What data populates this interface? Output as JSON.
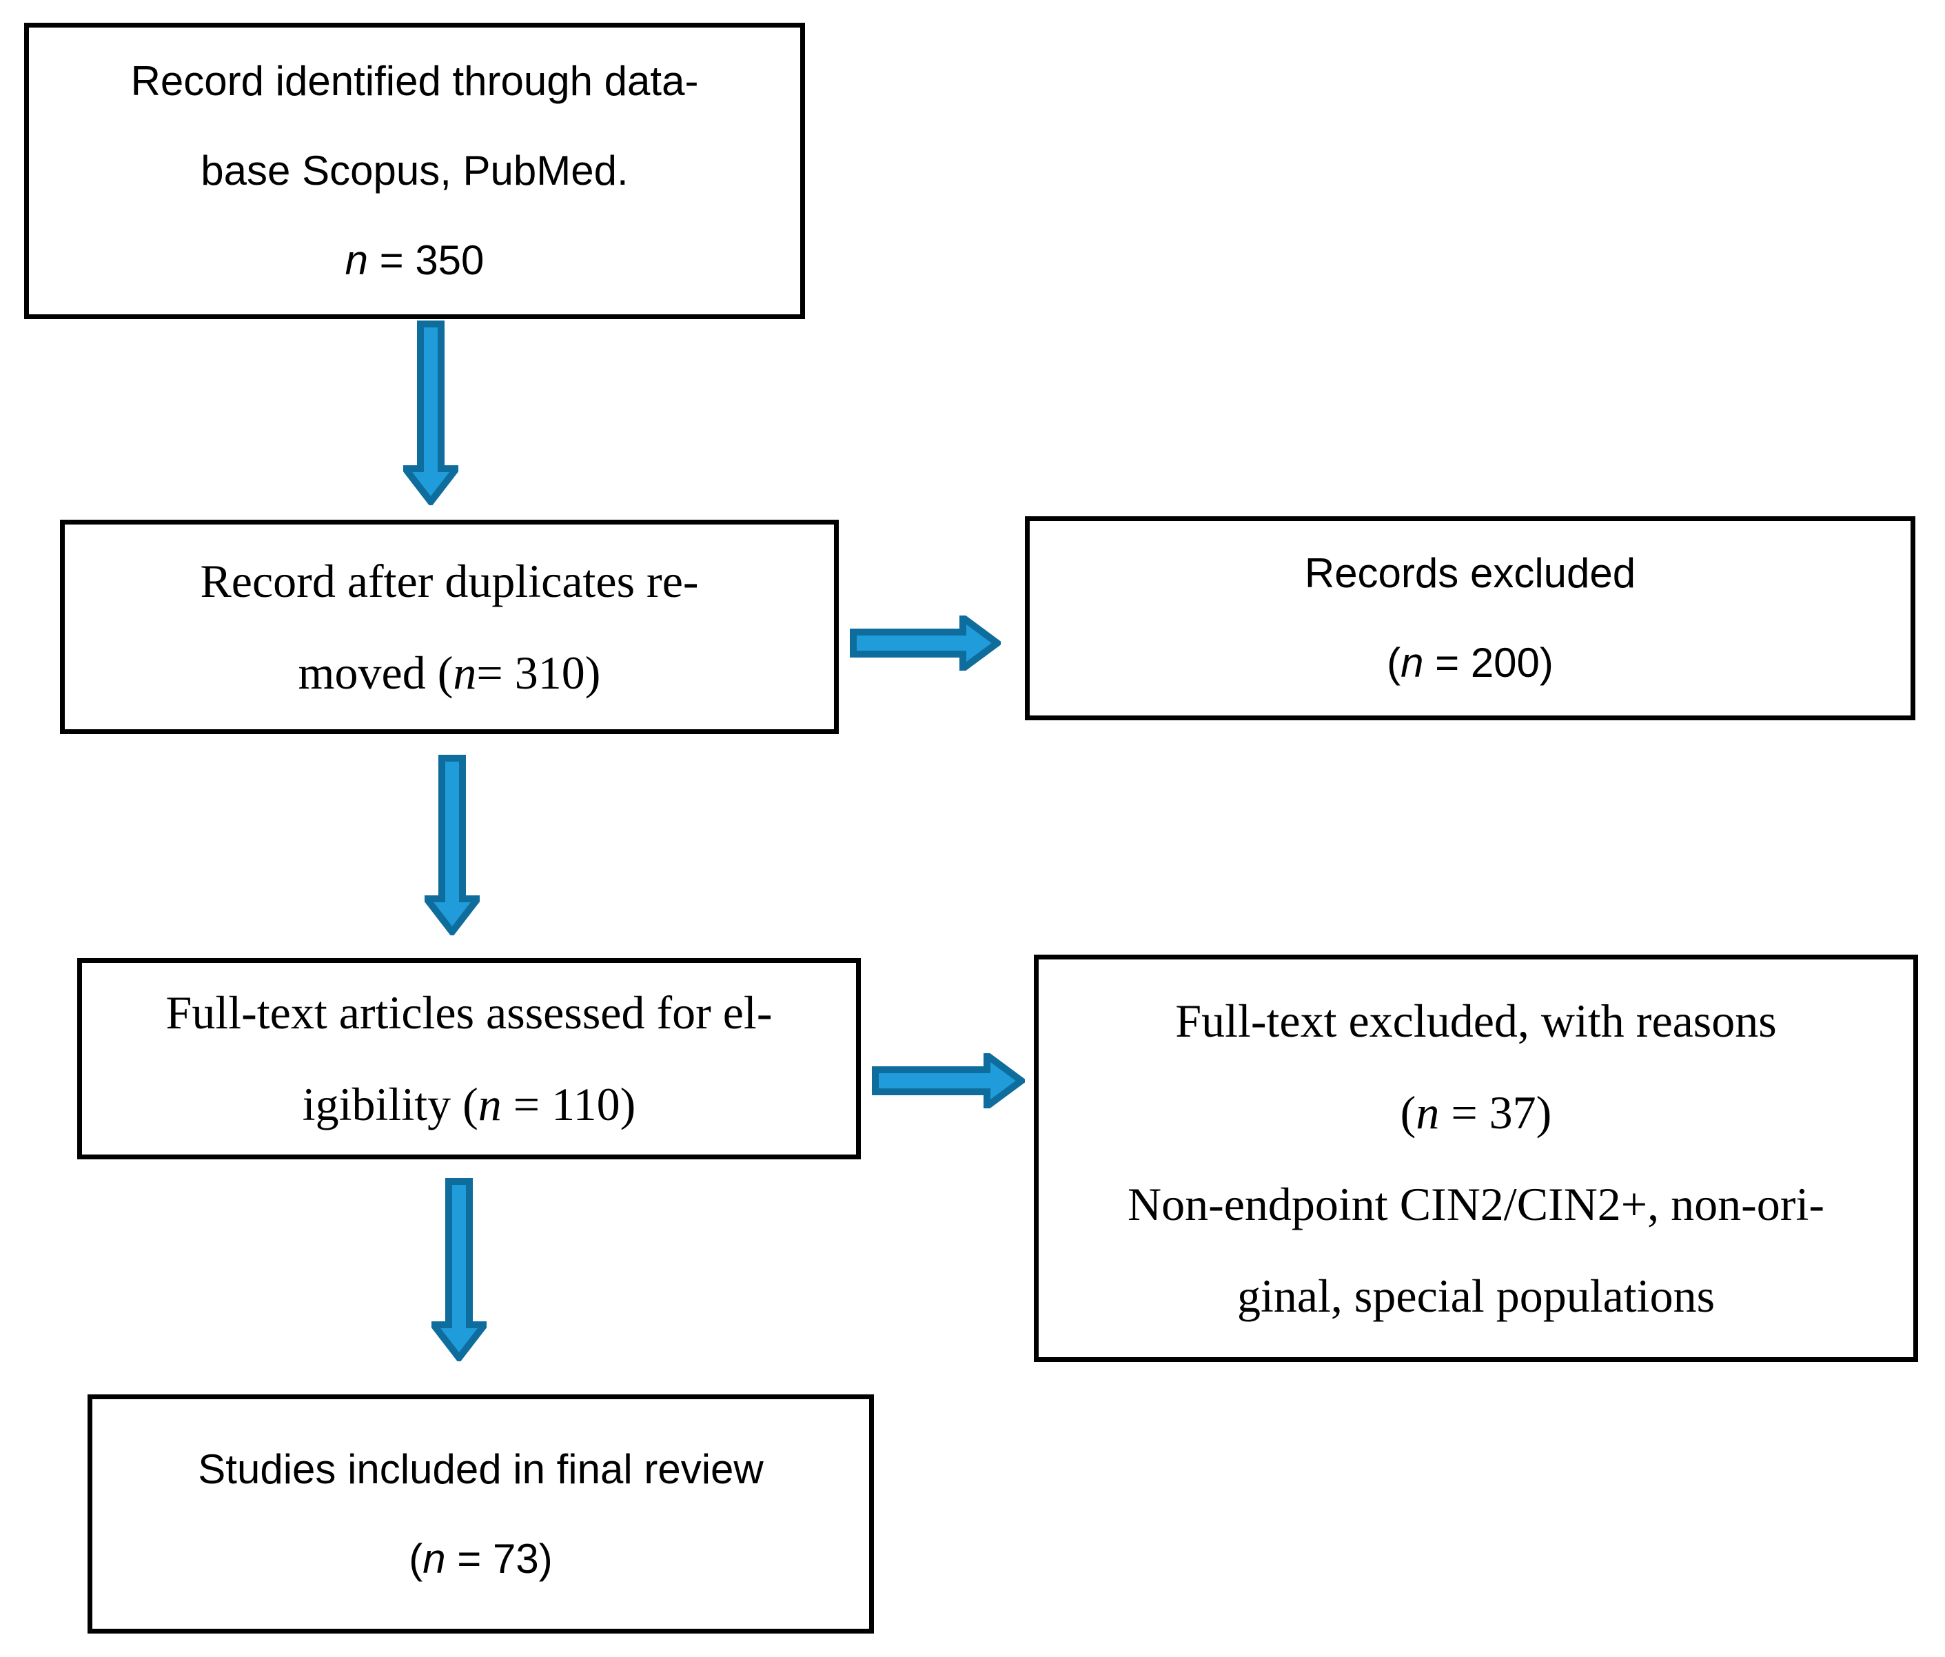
{
  "diagram": {
    "kind": "flowchart",
    "colors": {
      "arrow_fill": "#1F9CD9",
      "arrow_stroke": "#0E6D9D",
      "box_border": "#000000",
      "background": "#FFFFFF",
      "text": "#000000"
    },
    "boxes": [
      {
        "name": "records-identified-box",
        "lines": [
          [
            {
              "text": "Record identified through data-"
            }
          ],
          [
            {
              "text": "base Scopus, PubMed."
            }
          ],
          [
            {
              "text": "n",
              "italic": true
            },
            {
              "text": " = 350"
            }
          ]
        ]
      },
      {
        "name": "records-after-duplicates-box",
        "lines": [
          [
            {
              "text": "Record after duplicates re-"
            }
          ],
          [
            {
              "text": "moved ("
            },
            {
              "text": "n",
              "italic": true
            },
            {
              "text": "= 310)"
            }
          ]
        ]
      },
      {
        "name": "records-excluded-box",
        "lines": [
          [
            {
              "text": "Records excluded"
            }
          ],
          [
            {
              "text": "("
            },
            {
              "text": "n",
              "italic": true
            },
            {
              "text": " = 200)"
            }
          ]
        ]
      },
      {
        "name": "fulltext-assessed-box",
        "lines": [
          [
            {
              "text": "Full-text articles assessed for el-"
            }
          ],
          [
            {
              "text": "igibility ("
            },
            {
              "text": "n",
              "italic": true
            },
            {
              "text": " = 110)"
            }
          ]
        ]
      },
      {
        "name": "fulltext-excluded-box",
        "lines": [
          [
            {
              "text": "Full-text excluded, with reasons"
            }
          ],
          [
            {
              "text": "("
            },
            {
              "text": "n",
              "italic": true
            },
            {
              "text": " = 37)"
            }
          ],
          [
            {
              "text": "Non-endpoint CIN2/CIN2+, non-ori-"
            }
          ],
          [
            {
              "text": "ginal, special populations"
            }
          ]
        ]
      },
      {
        "name": "studies-included-box",
        "lines": [
          [
            {
              "text": "Studies included in final review"
            }
          ],
          [
            {
              "text": "("
            },
            {
              "text": "n",
              "italic": true
            },
            {
              "text": " = 73)"
            }
          ]
        ]
      }
    ],
    "arrows": [
      {
        "name": "arrow-identified-to-duplicates",
        "direction": "down"
      },
      {
        "name": "arrow-duplicates-to-excluded",
        "direction": "right"
      },
      {
        "name": "arrow-duplicates-to-fulltext",
        "direction": "down"
      },
      {
        "name": "arrow-fulltext-to-excluded-reasons",
        "direction": "right"
      },
      {
        "name": "arrow-fulltext-to-included",
        "direction": "down"
      }
    ]
  }
}
